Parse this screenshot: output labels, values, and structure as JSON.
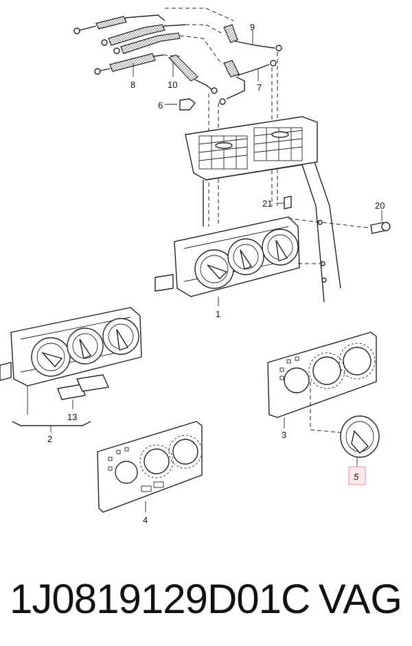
{
  "callouts": {
    "c1": "1",
    "c2": "2",
    "c3": "3",
    "c4": "4",
    "c5": "5",
    "c6": "6",
    "c7": "7",
    "c8": "8",
    "c9": "9",
    "c10": "10",
    "c13": "13",
    "c20": "20",
    "c21": "21"
  },
  "highlight": {
    "color": "#e8a0a8",
    "callout": "5"
  },
  "footer": {
    "part_number": "1J0819129D01C",
    "brand": "VAG"
  }
}
